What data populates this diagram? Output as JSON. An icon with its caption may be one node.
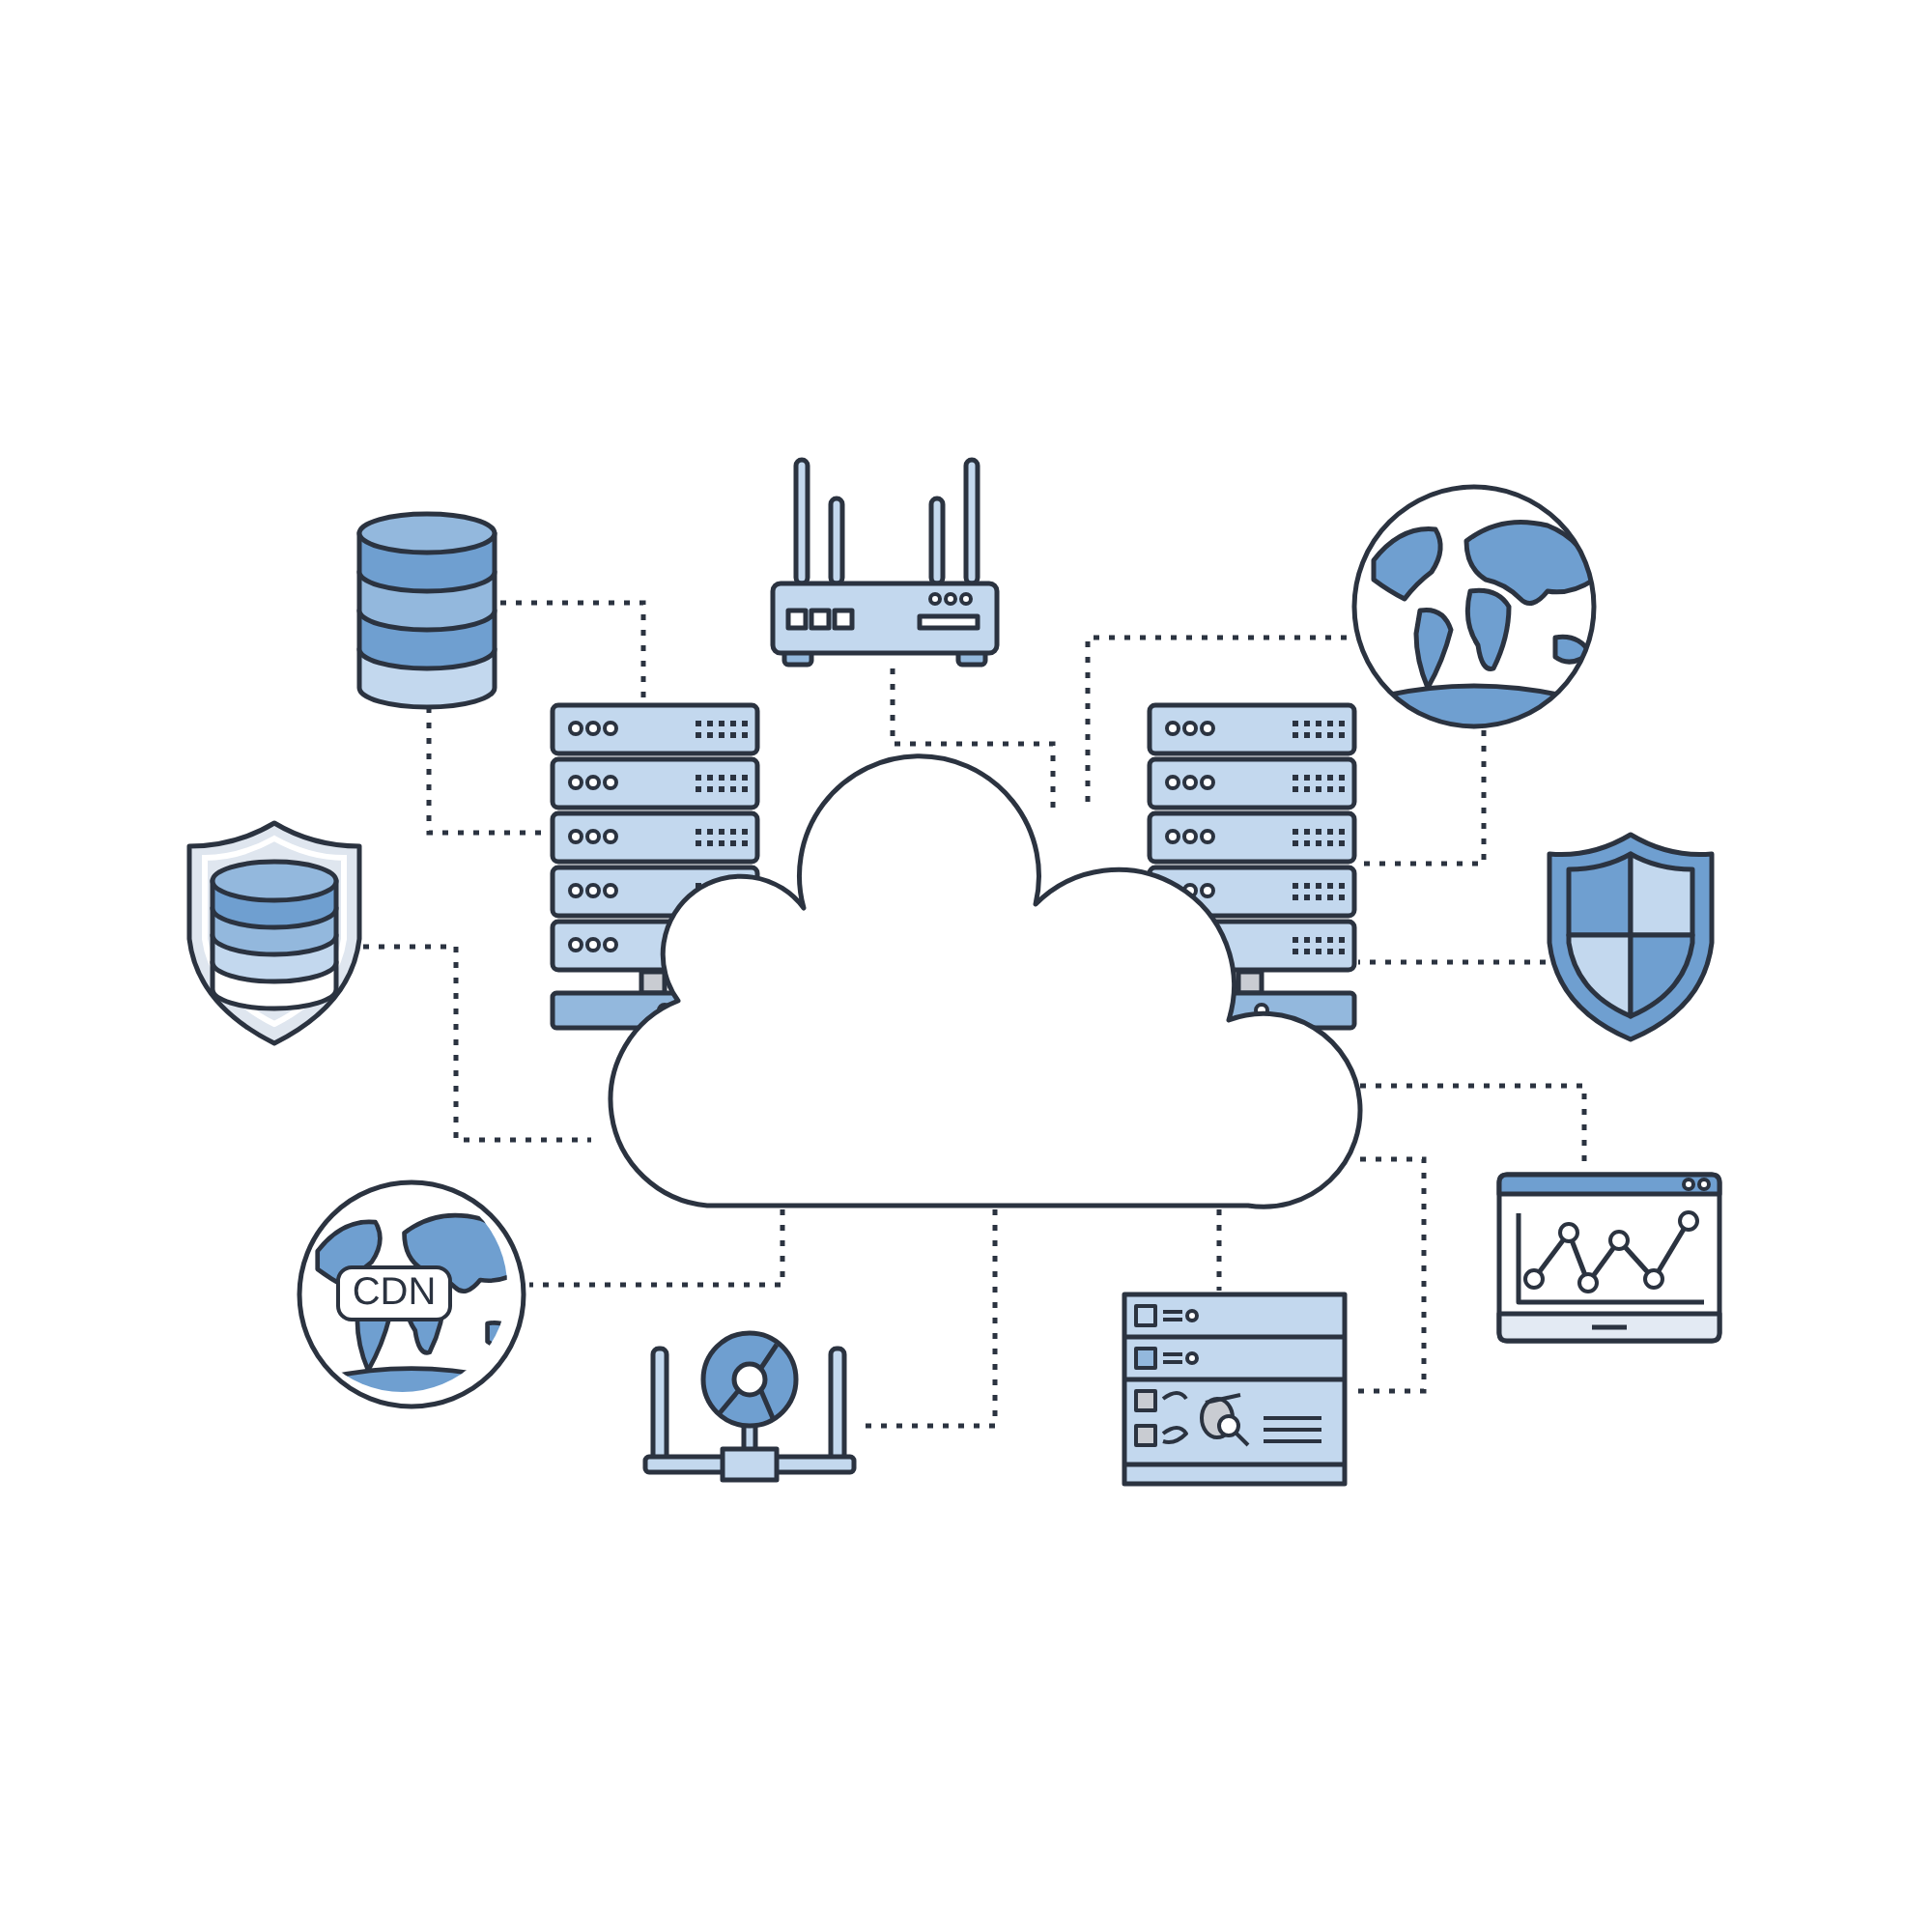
{
  "diagram": {
    "nodes": [
      {
        "text": [],
        "shape": "picture"
      },
      {
        "text": [],
        "shape": "picture"
      },
      {
        "text": [],
        "shape": "picture"
      },
      {
        "text": [],
        "shape": "picture"
      },
      {
        "text": [],
        "shape": "picture"
      },
      {
        "text": [],
        "shape": "cloud"
      },
      {
        "text": [],
        "shape": "picture"
      },
      {
        "text": [],
        "shape": "picture"
      },
      {
        "text": [],
        "shape": "picture"
      },
      {
        "text": [
          "CDN"
        ]
      },
      {
        "text": [],
        "shape": "picture"
      },
      {
        "text": [],
        "shape": "picture"
      }
    ],
    "edges": [
      {
        "from": 1,
        "to": 3,
        "arrow": "none"
      },
      {
        "from": 1,
        "to": 3,
        "arrow": "none"
      },
      {
        "from": 0,
        "to": 5,
        "arrow": "none"
      },
      {
        "from": 2,
        "to": 5,
        "arrow": "none"
      },
      {
        "from": 2,
        "to": 4,
        "arrow": "none"
      },
      {
        "from": 7,
        "to": 4,
        "arrow": "none"
      },
      {
        "from": 6,
        "to": 5,
        "arrow": "none"
      },
      {
        "from": 5,
        "to": 8,
        "arrow": "none"
      },
      {
        "from": 5,
        "to": 11,
        "arrow": "none"
      },
      {
        "from": 5,
        "to": 11,
        "arrow": "none"
      },
      {
        "from": 5,
        "to": 10,
        "arrow": "none"
      },
      {
        "from": 5,
        "to": 9,
        "arrow": "none"
      }
    ]
  }
}
